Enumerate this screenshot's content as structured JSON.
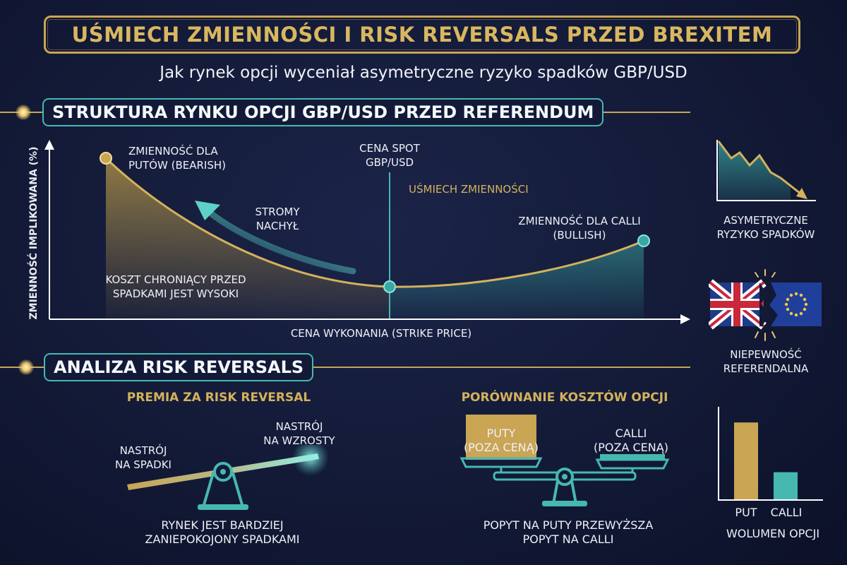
{
  "title": "UŚMIECH ZMIENNOŚCI I RISK REVERSALS PRZED BREXITEM",
  "subtitle": "Jak rynek opcji wyceniał asymetryczne ryzyko spadków GBP/USD",
  "section1": {
    "heading": "STRUKTURA RYNKU OPCJI GBP/USD PRZED REFERENDUM",
    "y_axis_label": "ZMIENNOŚĆ IMPLIKOWANA (%)",
    "x_axis_label": "CENA WYKONANIA (STRIKE PRICE)",
    "put_vol_label": [
      "ZMIENNOŚĆ DLA",
      "PUTÓW (BEARISH)"
    ],
    "spot_label": [
      "CENA SPOT",
      "GBP/USD"
    ],
    "smile_label": "UŚMIECH ZMIENNOŚCI",
    "steep_label": [
      "STROMY",
      "NACHYŁ"
    ],
    "call_vol_label": [
      "ZMIENNOŚĆ DLA CALLI",
      "(BULLISH)"
    ],
    "cost_label": [
      "KOSZT CHRONIĄCY PRZED",
      "SPADKAMI JEST WYSOKI"
    ]
  },
  "side": {
    "asym_label": [
      "ASYMETRYCZNE",
      "RYZYKO SPADKÓW"
    ],
    "uncert_label": [
      "NIEPEWNOŚĆ",
      "REFERENDALNA"
    ],
    "volume_chart": {
      "type": "bar",
      "categories": [
        "PUT",
        "CALLI"
      ],
      "values": [
        0.85,
        0.3
      ],
      "xlabel": "WOLUMEN OPCJI"
    }
  },
  "section2": {
    "heading": "ANALIZA RISK REVERSALS",
    "premium_title": "PREMIA ZA RISK REVERSAL",
    "down_label": [
      "NASTRÓJ",
      "NA SPADKI"
    ],
    "up_label": [
      "NASTRÓJ",
      "NA WZROSTY"
    ],
    "seesaw_caption": [
      "RYNEK JEST BARDZIEJ",
      "ZANIEPOKOJONY SPADKAMI"
    ],
    "compare_title": "PORÓWNANIE KOSZTÓW OPCJI",
    "puts_label": [
      "PUTY",
      "(POZA CENĄ)"
    ],
    "calls_label": [
      "CALLI",
      "(POZA CENĄ)"
    ],
    "scale_caption": [
      "POPYT NA PUTY PRZEWYŻSZA",
      "POPYT NA CALLI"
    ]
  },
  "colors": {
    "gold": "#c9a554",
    "teal": "#46b8b0",
    "background": "#131a37"
  }
}
